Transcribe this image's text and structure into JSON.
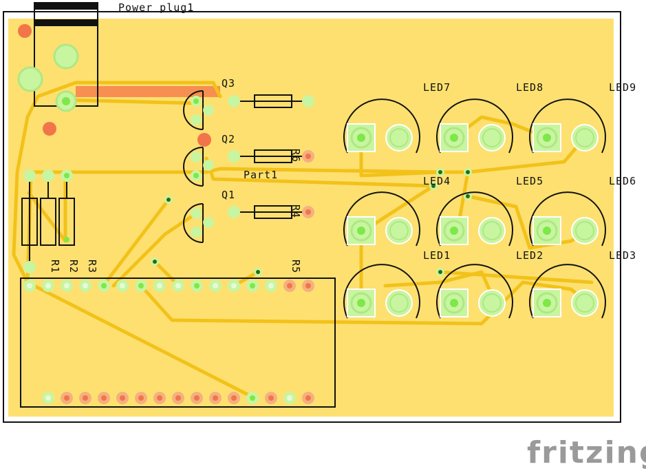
{
  "labels": {
    "power_plug": "Power plug1",
    "q1": "Q1",
    "q2": "Q2",
    "q3": "Q3",
    "part": "Part1",
    "r1": "R1",
    "r2": "R2",
    "r3": "R3",
    "r4": "R4",
    "r5": "R5",
    "r6": "R6",
    "led1": "LED1",
    "led2": "LED2",
    "led3": "LED3",
    "led4": "LED4",
    "led5": "LED5",
    "led6": "LED6",
    "led7": "LED7",
    "led8": "LED8",
    "led9": "LED9"
  },
  "brand": "fritzing",
  "colors": {
    "board": "#fde070",
    "trace": "#f2c21a",
    "pad_green": "#c8f5a0",
    "pad_bright": "#7ee84a",
    "pad_red": "#f2754a",
    "silkscreen": "#111111",
    "brand_gray": "#9a9a9a"
  }
}
